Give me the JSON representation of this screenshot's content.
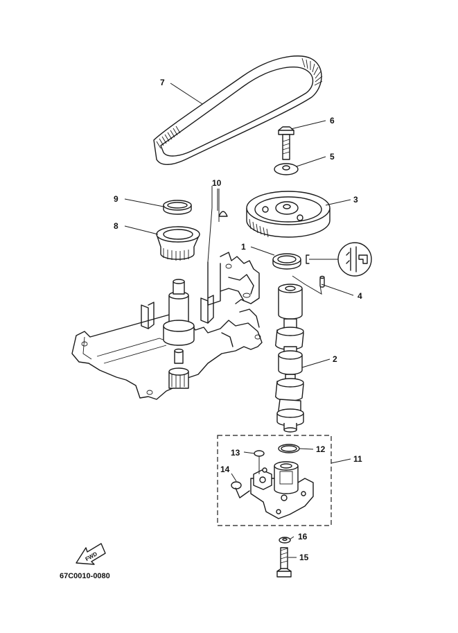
{
  "callouts": [
    "1",
    "2",
    "3",
    "4",
    "5",
    "6",
    "7",
    "8",
    "9",
    "10",
    "11",
    "12",
    "13",
    "14",
    "15",
    "16"
  ],
  "direction_label": "FWD",
  "drawing_code": "67C0010-0080"
}
